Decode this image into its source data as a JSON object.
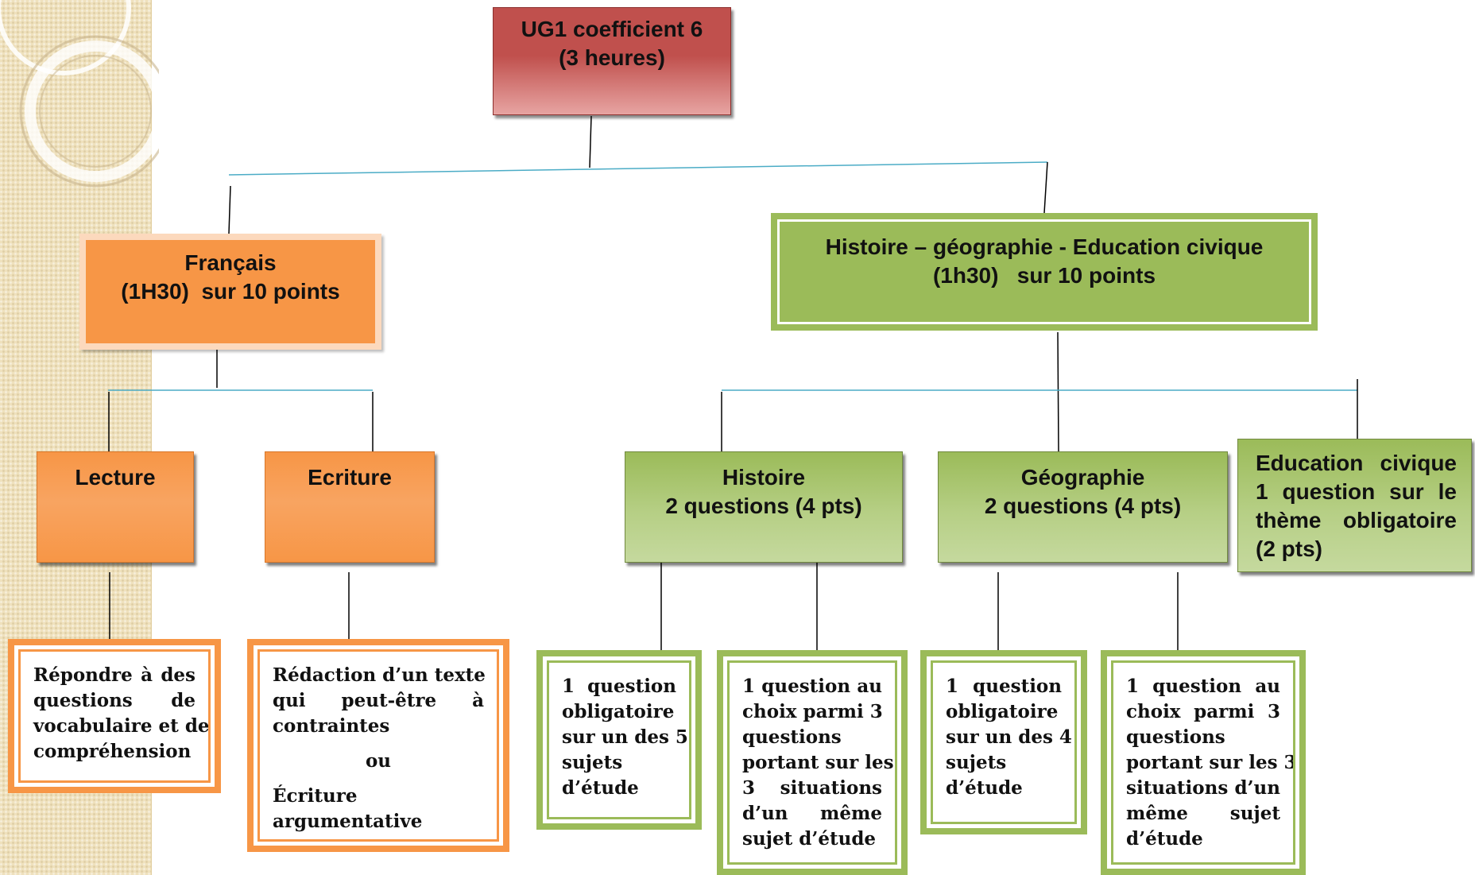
{
  "root": {
    "line1": "UG1 coefficient 6",
    "line2": "(3 heures)"
  },
  "francais": {
    "line1": "Français",
    "line2": "(1H30)  sur 10 points"
  },
  "histoire_geo": {
    "line1": "Histoire – géographie - Education civique",
    "line2": "(1h30)   sur 10 points"
  },
  "lecture": {
    "label": "Lecture"
  },
  "ecriture": {
    "label": "Ecriture"
  },
  "histoire": {
    "line1": "Histoire",
    "line2": "2 questions (4 pts)"
  },
  "geographie": {
    "line1": "Géographie",
    "line2": "2 questions (4 pts)"
  },
  "education_civique": {
    "lines": [
      "Education civique",
      "1 question sur le",
      "thème obligatoire",
      "(2 pts)"
    ]
  },
  "detail_lecture": {
    "lines": [
      "Répondre à des",
      "questions de",
      "vocabulaire et de",
      "compréhension"
    ]
  },
  "detail_ecriture": {
    "lines": [
      "Rédaction d’un texte",
      "qui peut-être à",
      "contraintes"
    ],
    "or_word": "ou",
    "lines2": [
      "Écriture",
      "argumentative"
    ]
  },
  "detail_histoire_1": {
    "lines": [
      "1 question",
      "obligatoire",
      "sur un des 5",
      "sujets",
      "d’étude"
    ]
  },
  "detail_histoire_2": {
    "lines": [
      "1 question au",
      "choix parmi 3",
      "questions",
      "portant sur les",
      "3 situations",
      "d’un même",
      "sujet d’étude"
    ]
  },
  "detail_geo_1": {
    "lines": [
      "1 question",
      "obligatoire",
      "sur un des 4",
      "sujets",
      "d’étude"
    ]
  },
  "detail_geo_2": {
    "lines": [
      "1 question au",
      "choix parmi 3",
      "questions",
      "portant sur les 3",
      "situations d’un",
      "même sujet",
      "d’étude"
    ]
  },
  "colors": {
    "red": "#c0504d",
    "orange": "#f79646",
    "green": "#9bbb59",
    "connector_teal": "#4bacc6",
    "connector_black": "#000000",
    "side_strip": "#efe1bd"
  }
}
